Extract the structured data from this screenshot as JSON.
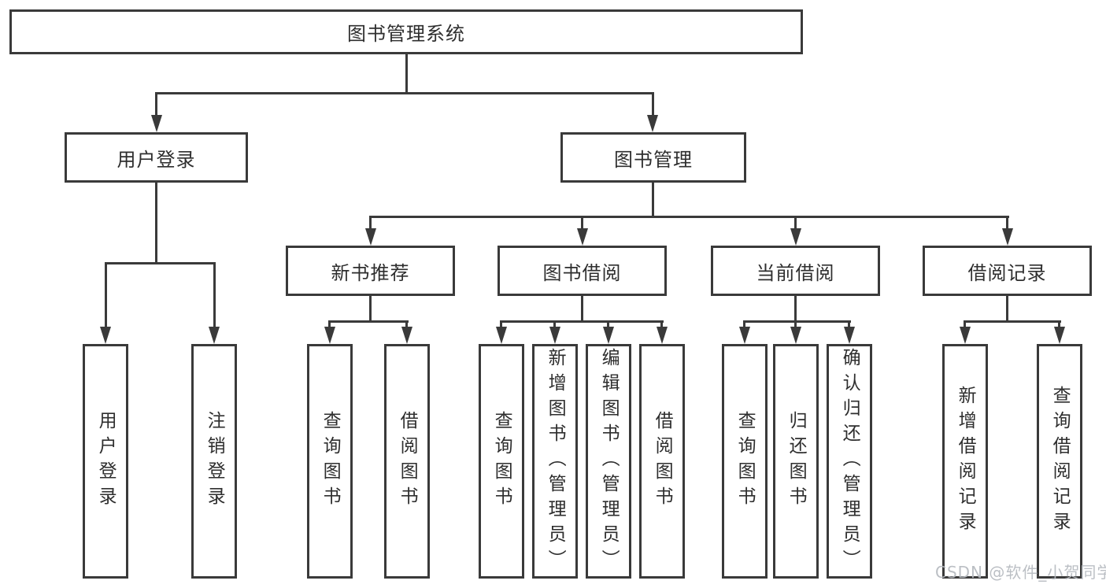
{
  "diagram": {
    "root": {
      "label": "图书管理系统"
    },
    "branches": [
      {
        "label": "用户登录",
        "children": [
          {
            "label": "用户登录"
          },
          {
            "label": "注销登录"
          }
        ]
      },
      {
        "label": "图书管理",
        "children": [
          {
            "label": "新书推荐",
            "children": [
              {
                "label": "查询图书"
              },
              {
                "label": "借阅图书"
              }
            ]
          },
          {
            "label": "图书借阅",
            "children": [
              {
                "label": "查询图书"
              },
              {
                "label": "新增图书（管理员）"
              },
              {
                "label": "编辑图书（管理员）"
              },
              {
                "label": "借阅图书"
              }
            ]
          },
          {
            "label": "当前借阅",
            "children": [
              {
                "label": "查询图书"
              },
              {
                "label": "归还图书"
              },
              {
                "label": "确认归还（管理员）"
              }
            ]
          },
          {
            "label": "借阅记录",
            "children": [
              {
                "label": "新增借阅记录"
              },
              {
                "label": "查询借阅记录"
              }
            ]
          }
        ]
      }
    ],
    "watermark": "CSDN @软件_小贺同学",
    "colors": {
      "line": "#3a3a3a",
      "text": "#2e2e2e",
      "watermark": "#b6bac0",
      "background": "#ffffff"
    }
  }
}
